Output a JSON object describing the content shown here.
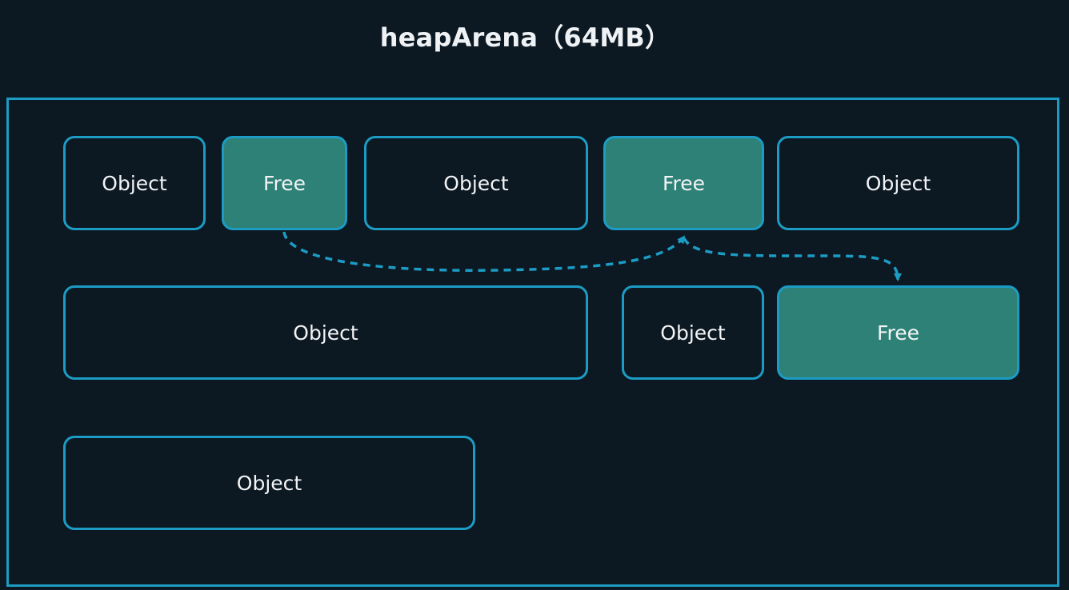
{
  "diagram": {
    "title": "heapArena（64MB）",
    "colors": {
      "background": "#0c1822",
      "border": "#1c9cc4",
      "free_fill": "#2e8176",
      "text": "#f2f4f6"
    },
    "blocks": [
      {
        "label": "Object",
        "kind": "object"
      },
      {
        "label": "Free",
        "kind": "free"
      },
      {
        "label": "Object",
        "kind": "object"
      },
      {
        "label": "Free",
        "kind": "free"
      },
      {
        "label": "Object",
        "kind": "object"
      },
      {
        "label": "Object",
        "kind": "object"
      },
      {
        "label": "Object",
        "kind": "object"
      },
      {
        "label": "Free",
        "kind": "free"
      },
      {
        "label": "Object",
        "kind": "object"
      }
    ],
    "links": [
      {
        "from": 1,
        "to": 3,
        "style": "dashed"
      },
      {
        "from": 3,
        "to": 7,
        "style": "dashed"
      }
    ]
  }
}
